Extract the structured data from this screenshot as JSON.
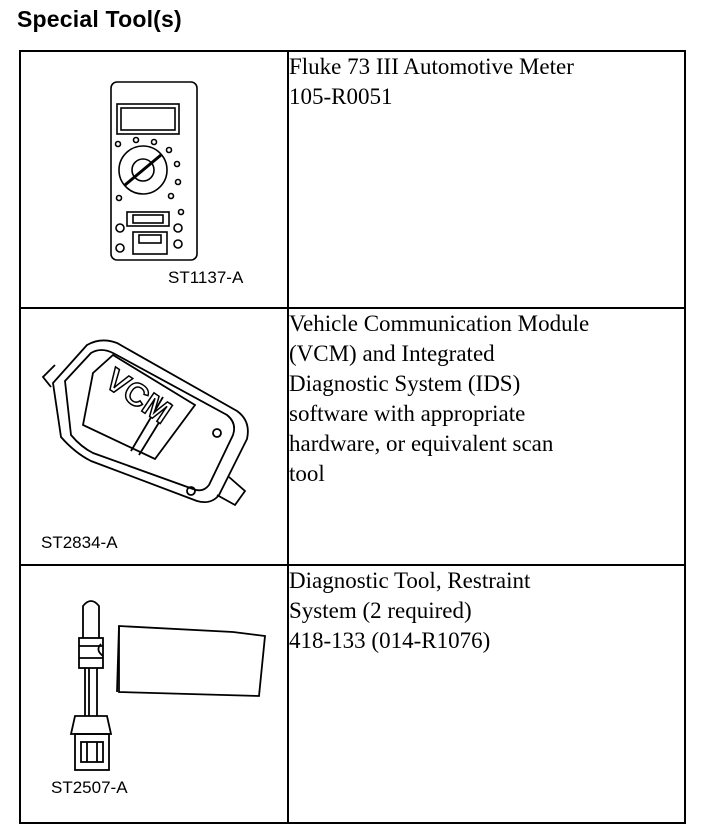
{
  "heading": "Special Tool(s)",
  "tools": [
    {
      "figure_id": "ST1137-A",
      "icon": "multimeter-icon",
      "lines": [
        "Fluke 73 III Automotive Meter",
        "105-R0051"
      ]
    },
    {
      "figure_id": "ST2834-A",
      "icon": "vcm-module-icon",
      "device_label": "VCM",
      "lines": [
        "Vehicle Communication Module",
        "(VCM) and Integrated",
        "Diagnostic System (IDS)",
        "software with appropriate",
        "hardware, or equivalent scan",
        "tool"
      ]
    },
    {
      "figure_id": "ST2507-A",
      "icon": "restraint-diagnostic-tool-icon",
      "lines": [
        "Diagnostic Tool, Restraint",
        "System (2 required)",
        "418-133 (014-R1076)"
      ]
    }
  ]
}
